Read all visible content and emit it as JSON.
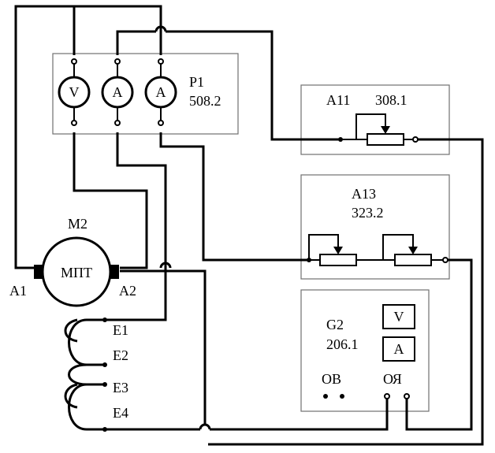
{
  "labels": {
    "motor_id": "M2",
    "motor_type": "МПТ",
    "terminal_a1": "A1",
    "terminal_a2": "A2",
    "e1": "E1",
    "e2": "E2",
    "e3": "E3",
    "e4": "E4",
    "p1_name": "P1",
    "p1_code": "508.2",
    "a11_name": "A11",
    "a11_code": "308.1",
    "a13_name": "A13",
    "a13_code": "323.2",
    "g2_name": "G2",
    "g2_code": "206.1",
    "ov": "ОВ",
    "oya": "ОЯ",
    "meter_v": "V",
    "meter_a1": "A",
    "meter_a2": "A",
    "g2_v": "V",
    "g2_a": "A"
  }
}
